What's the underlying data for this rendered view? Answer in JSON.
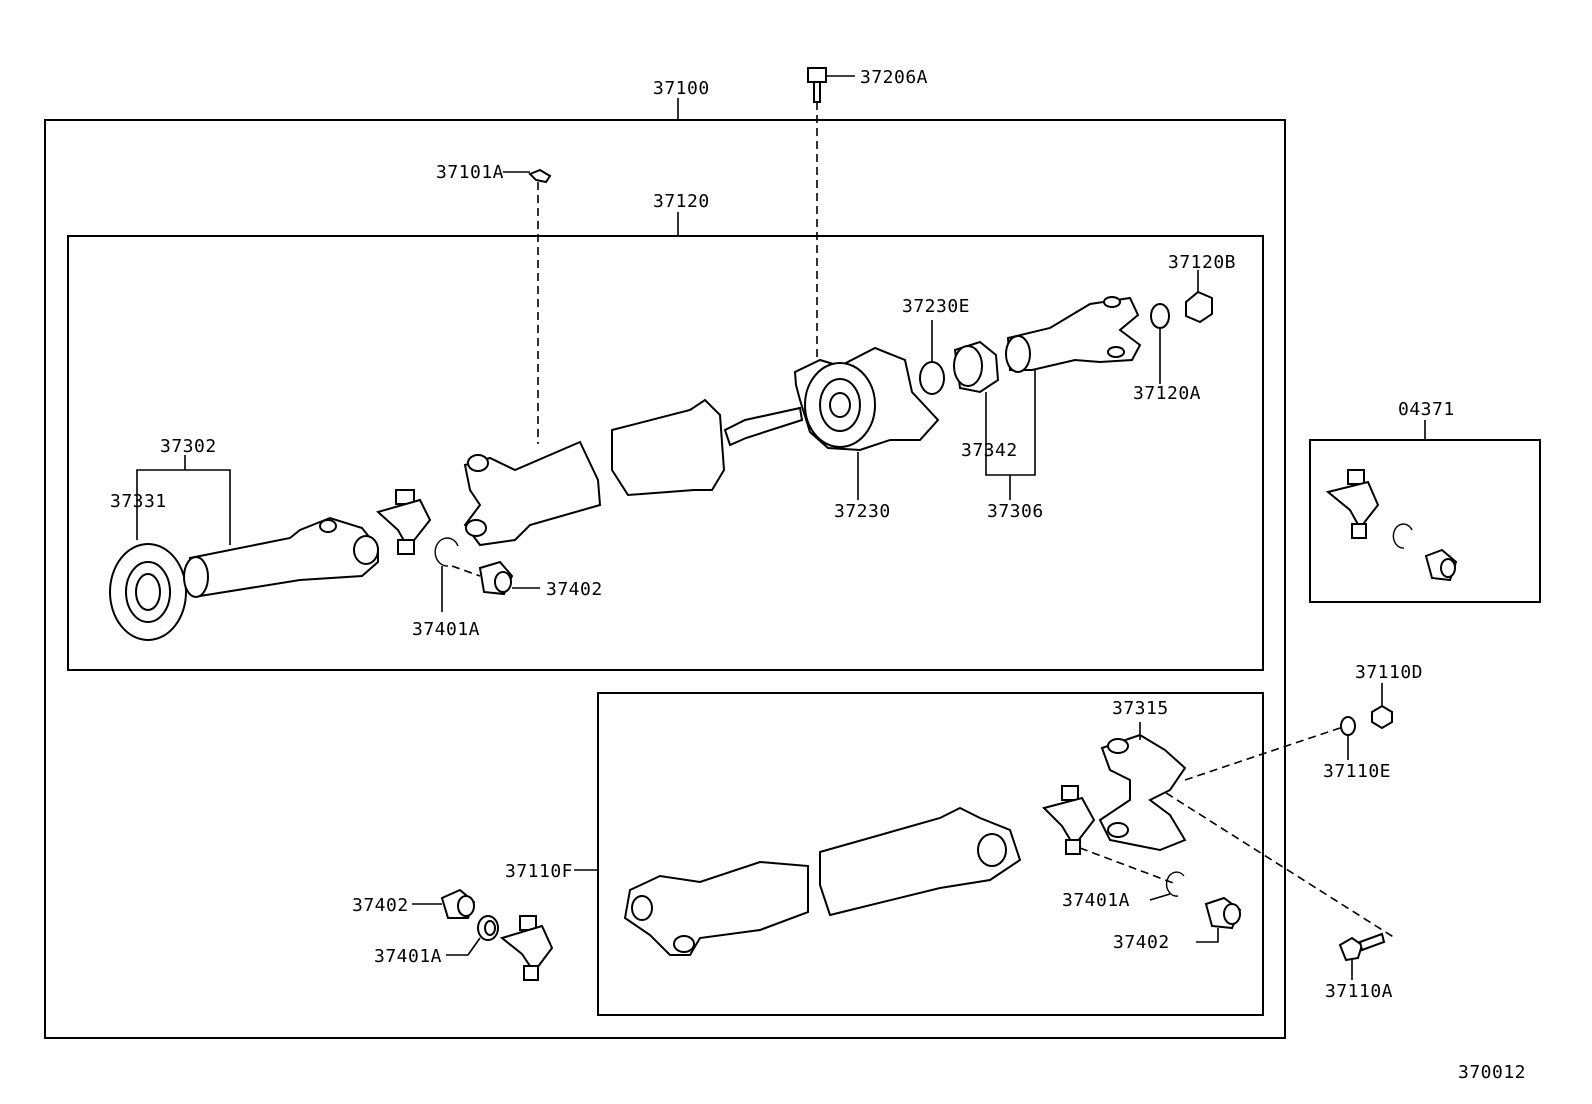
{
  "labels": {
    "assembly": "37100",
    "center_bolt": "37206A",
    "grease_fitting": "37101A",
    "front_shaft": "37120",
    "bearing_seal": "37230E",
    "flange_nut": "37120B",
    "washer": "37120A",
    "center_bearing": "37230",
    "dust_deflector": "37342",
    "yoke_sub": "37306",
    "sleeve_yoke": "37302",
    "dust_boot": "37331",
    "bearing_cup_front": "37402",
    "snap_ring_front": "37401A",
    "spider_kit": "04371",
    "rear_nut": "37110D",
    "rear_flange_yoke": "37315",
    "rear_washer": "37110E",
    "rear_shaft": "37110F",
    "rear_bearing_cup_left": "37402",
    "rear_snap_ring_left": "37401A",
    "rear_snap_ring_right": "37401A",
    "rear_bearing_cup_right": "37402",
    "rear_bolt": "37110A",
    "figure_code": "370012"
  }
}
